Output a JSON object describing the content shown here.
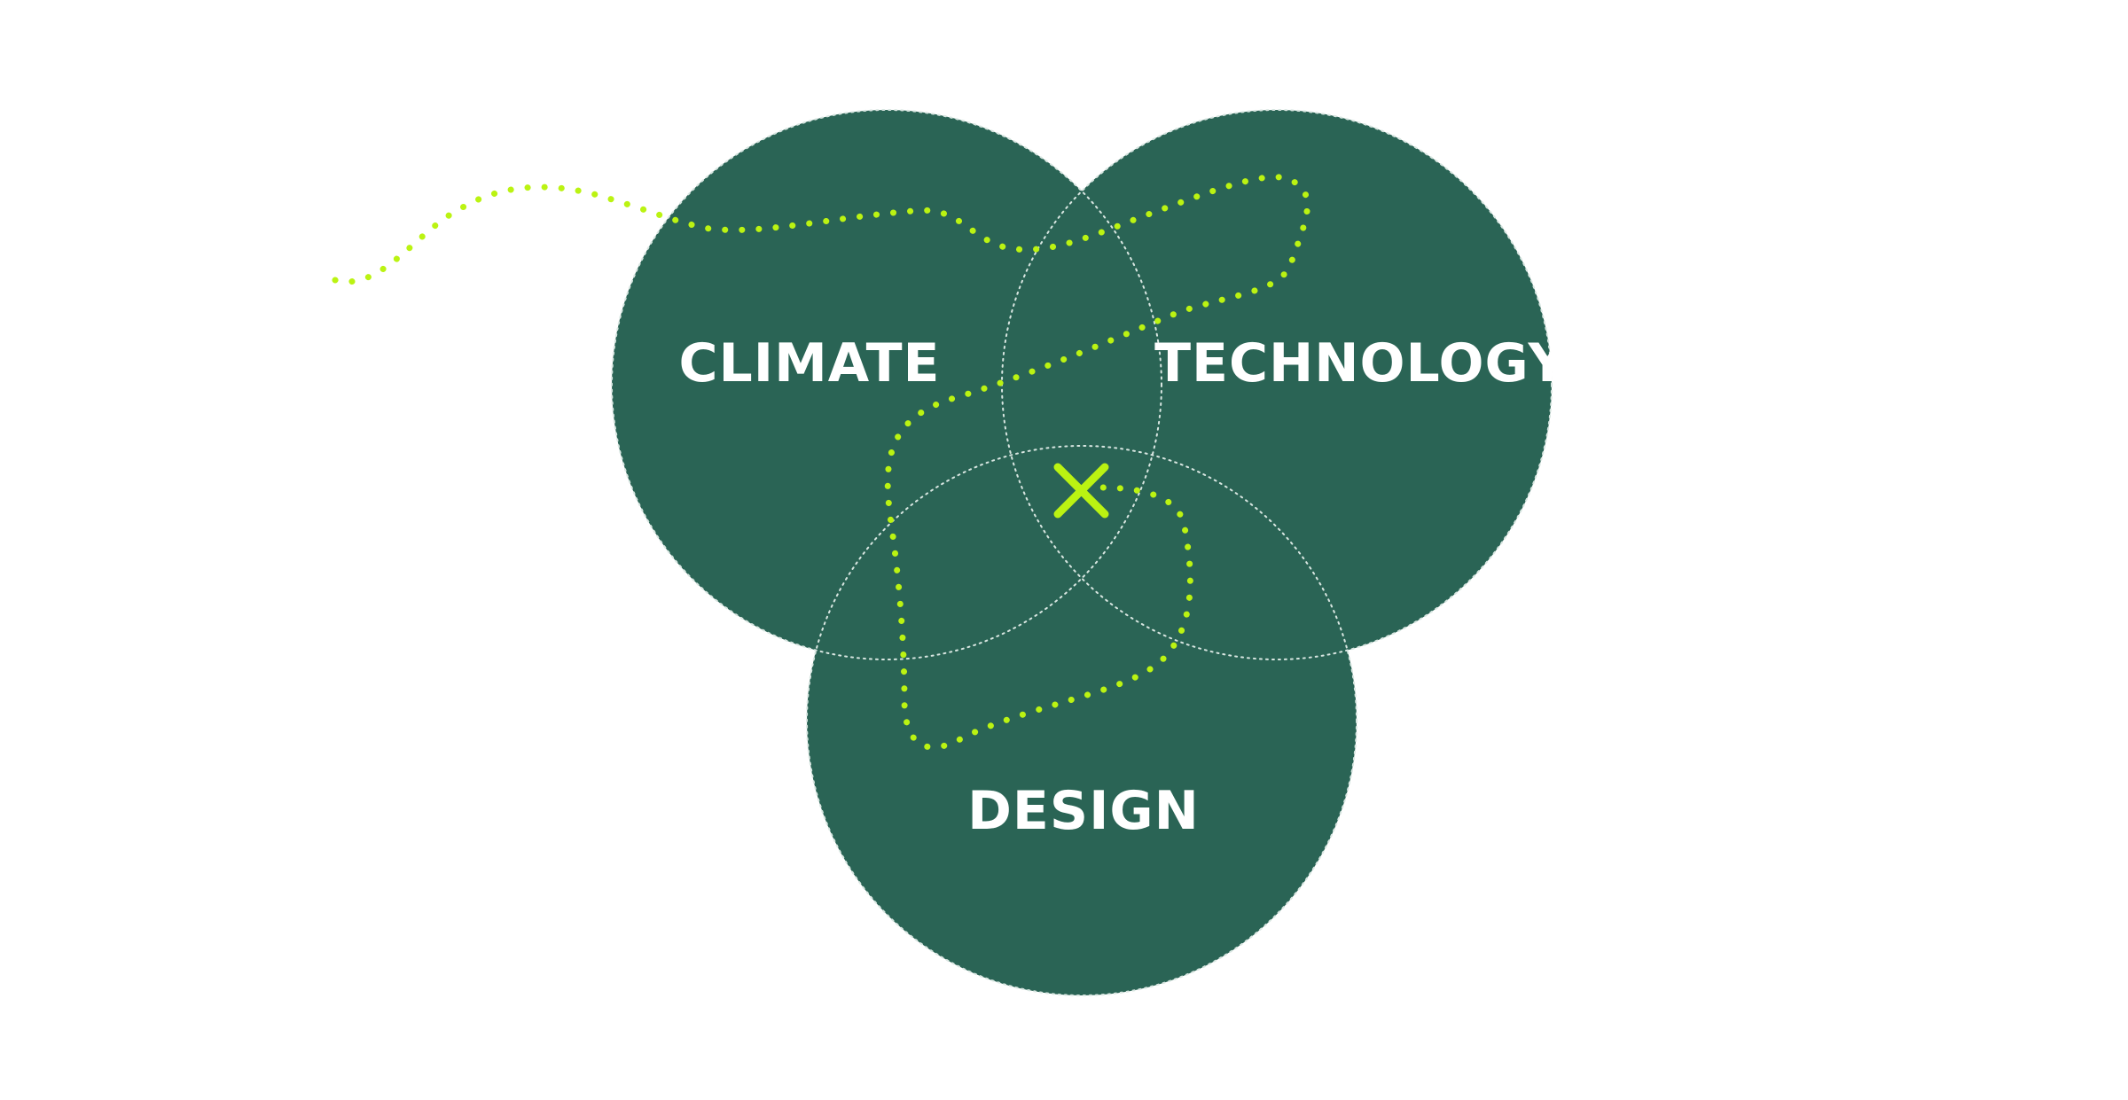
{
  "diagram": {
    "type": "venn",
    "sets": [
      {
        "id": "climate",
        "label": "CLIMATE"
      },
      {
        "id": "technology",
        "label": "TECHNOLOGY"
      },
      {
        "id": "design",
        "label": "DESIGN"
      }
    ],
    "center_marker": "x-icon",
    "colors": {
      "circle_fill": "#2a6455",
      "label_text": "#ffffff",
      "path_dots": "#bbf312",
      "marker": "#bbf312",
      "overlap_outline": "#d8e6e1"
    }
  }
}
